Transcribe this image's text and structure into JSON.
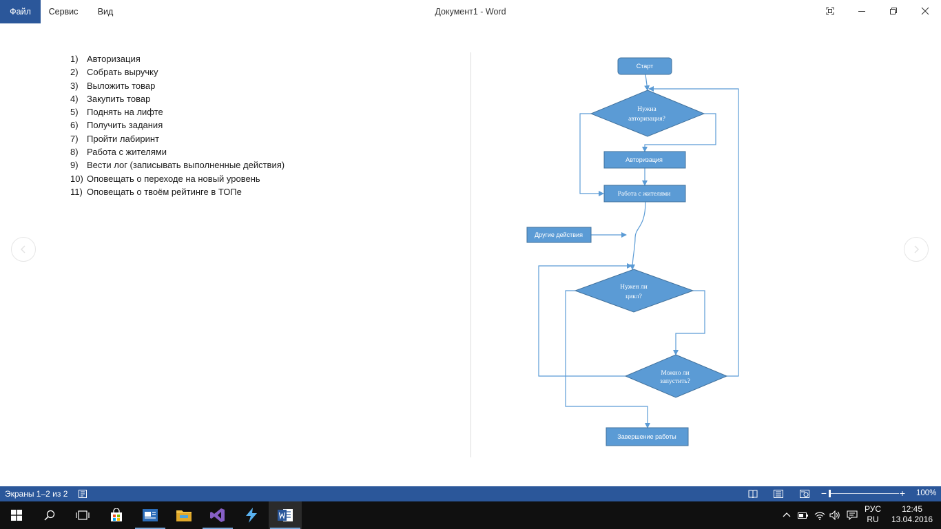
{
  "titlebar": {
    "menu_file": "Файл",
    "menu_service": "Сервис",
    "menu_view": "Вид",
    "document_title": "Документ1 - Word",
    "accent_color": "#2b579a"
  },
  "left_page": {
    "items": [
      {
        "num": "1)",
        "text": "Авторизация"
      },
      {
        "num": "2)",
        "text": "Собрать выручку"
      },
      {
        "num": "3)",
        "text": "Выложить товар"
      },
      {
        "num": "4)",
        "text": "Закупить товар"
      },
      {
        "num": "5)",
        "text": "Поднять на лифте"
      },
      {
        "num": "6)",
        "text": "Получить задания"
      },
      {
        "num": "7)",
        "text": "Пройти лабиринт"
      },
      {
        "num": "8)",
        "text": "Работа с жителями"
      },
      {
        "num": "9)",
        "text": "Вести лог (записывать выполненные действия)"
      },
      {
        "num": "10)",
        "text": "Оповещать о переходе на новый уровень"
      },
      {
        "num": "11)",
        "text": "Оповещать о твоём рейтинге в ТОПе"
      }
    ]
  },
  "flowchart": {
    "start": "Старт",
    "need_auth_1": "Нужна",
    "need_auth_2": "авторизация?",
    "auth": "Авторизация",
    "residents": "Работа с жителями",
    "other": "Другие действия",
    "cycle_1": "Нужен ли",
    "cycle_2": "цикл?",
    "launch_1": "Можно ли",
    "launch_2": "запустить?",
    "finish": "Завершение работы",
    "shape_fill": "#5b9bd5",
    "shape_stroke": "#41719c"
  },
  "statusbar": {
    "screens": "Экраны 1–2 из 2",
    "zoom": "100%"
  },
  "taskbar": {
    "lang_1": "РУС",
    "lang_2": "RU",
    "time": "12:45",
    "date": "13.04.2016"
  }
}
